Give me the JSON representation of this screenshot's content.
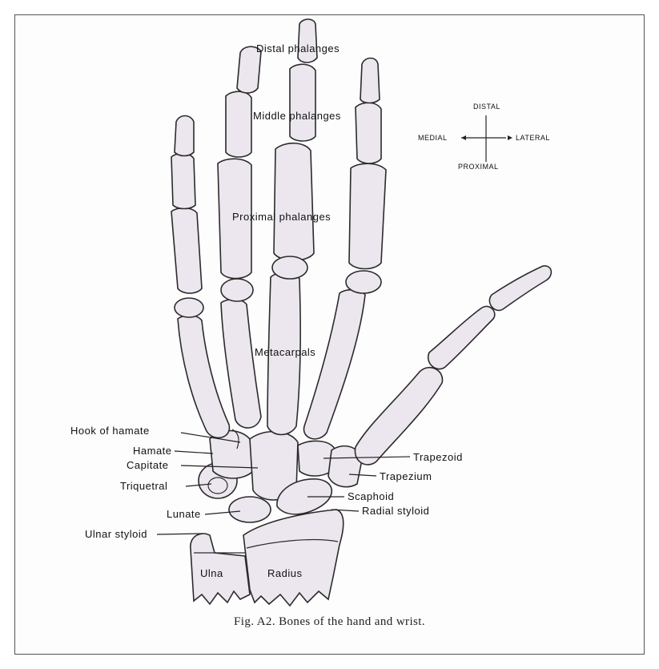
{
  "figure": {
    "caption": "Fig. A2.  Bones of the hand and wrist."
  },
  "orientation": {
    "distal": "DISTAL",
    "proximal": "PROXIMAL",
    "medial": "MEDIAL",
    "lateral": "LATERAL"
  },
  "labels": {
    "distal_phalanges": "Distal phalanges",
    "middle_phalanges": "Middle phalanges",
    "proximal_phalanges": "Proximal phalanges",
    "metacarpals": "Metacarpals",
    "hook_of_hamate": "Hook of hamate",
    "hamate": "Hamate",
    "capitate": "Capitate",
    "triquetral": "Triquetral",
    "lunate": "Lunate",
    "ulnar_styloid": "Ulnar styloid",
    "ulna": "Ulna",
    "radius": "Radius",
    "trapezoid": "Trapezoid",
    "trapezium": "Trapezium",
    "scaphoid": "Scaphoid",
    "radial_styloid": "Radial styloid"
  }
}
